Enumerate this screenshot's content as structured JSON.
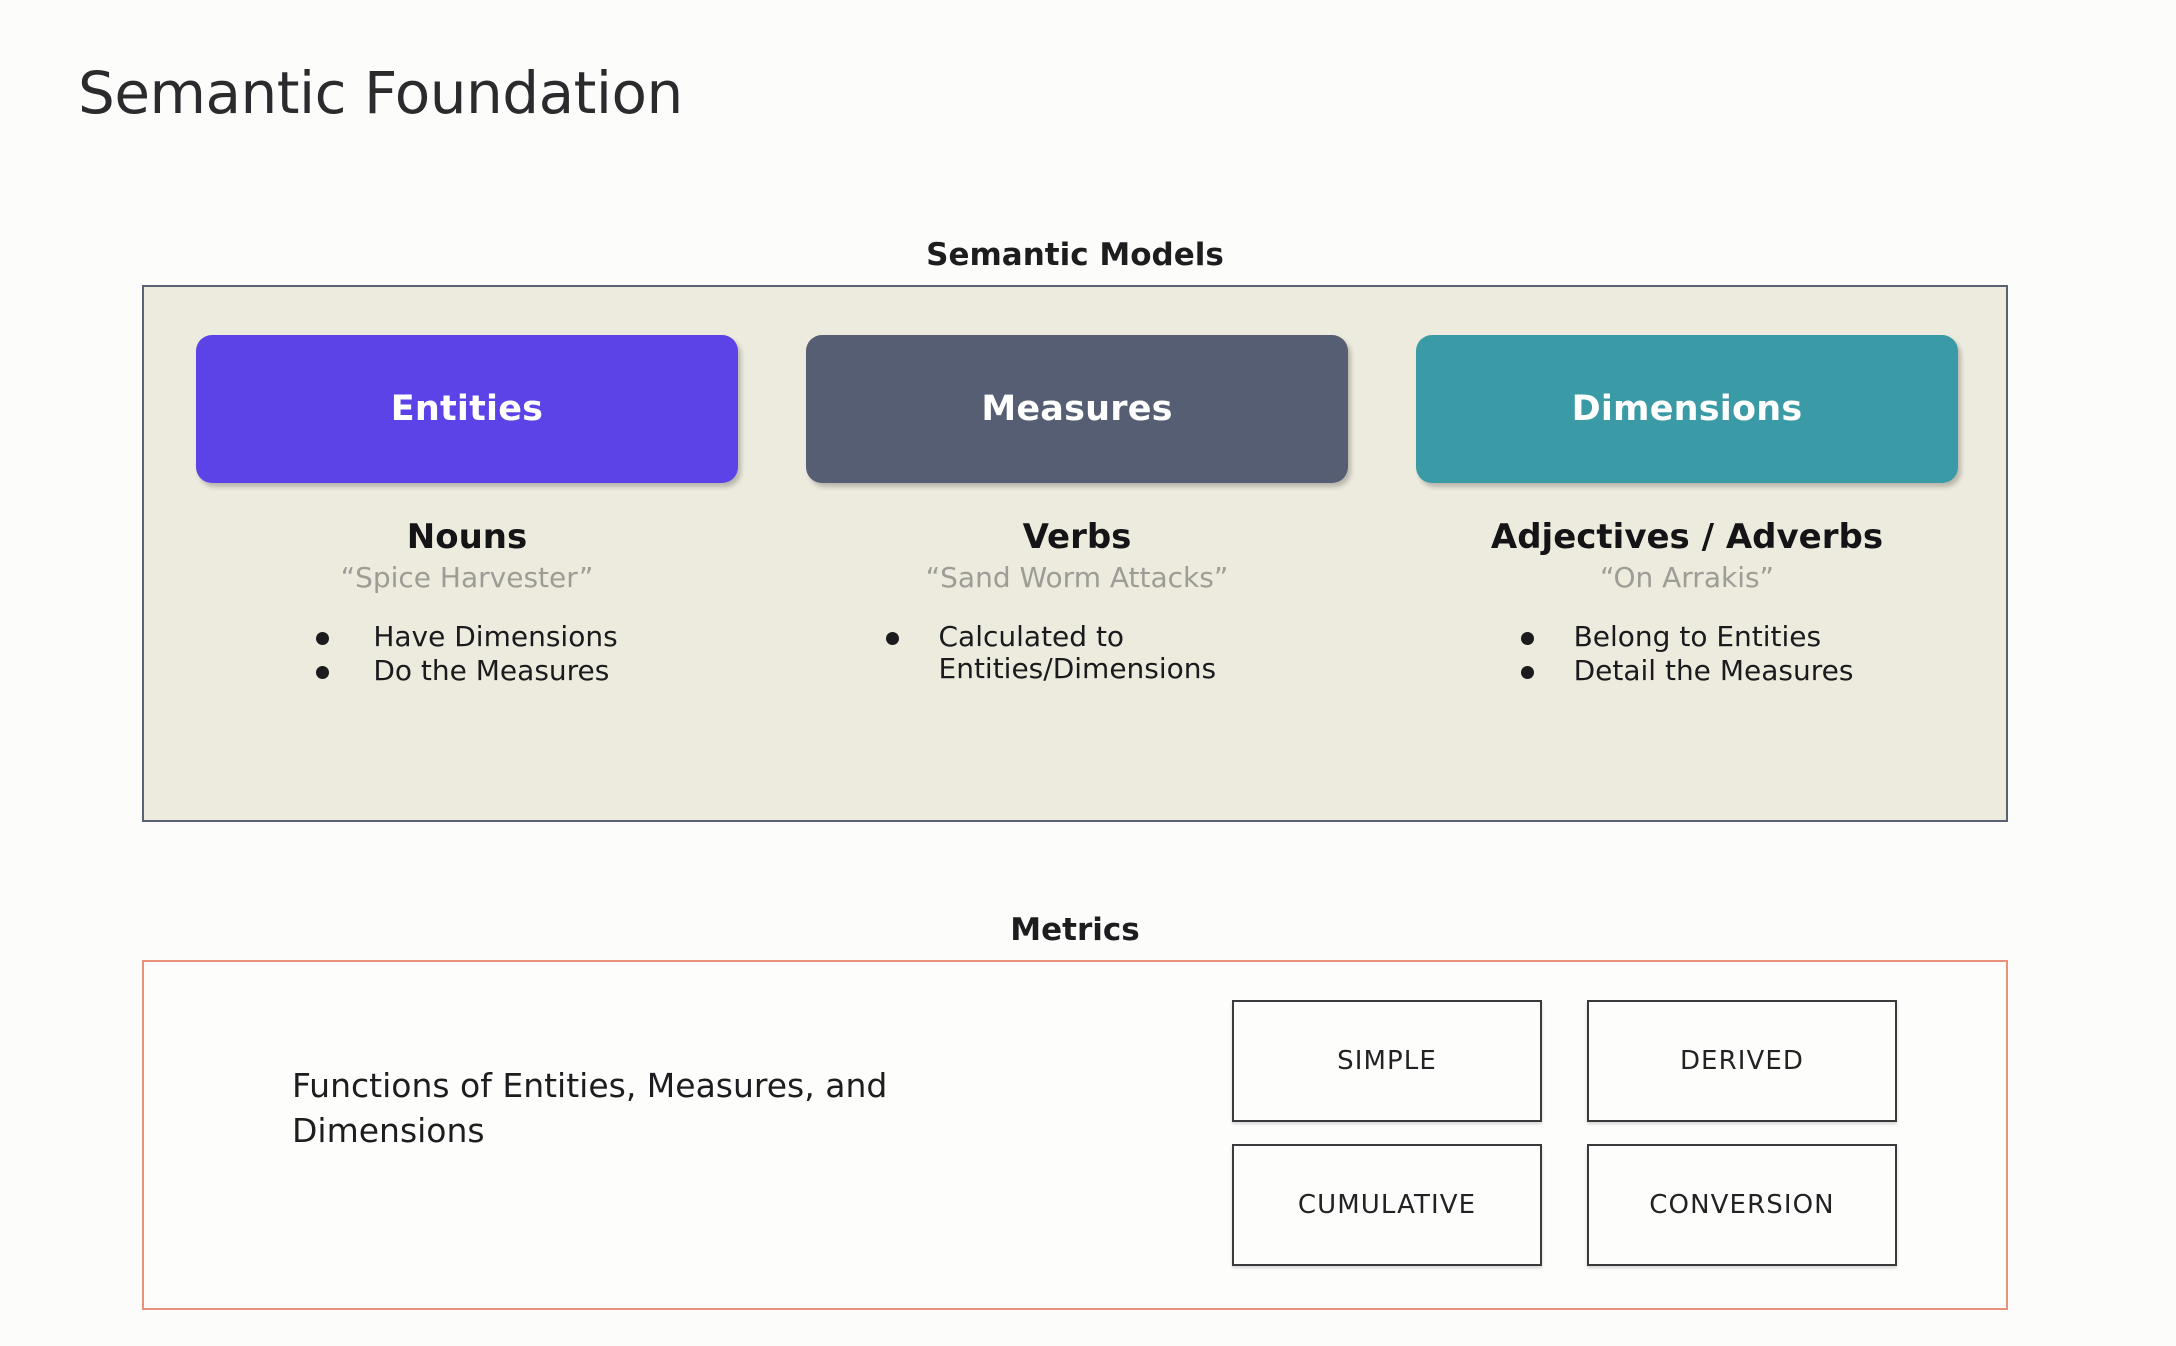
{
  "page": {
    "title": "Semantic Foundation",
    "background_color": "#fcfdfb"
  },
  "semantic_models": {
    "heading": "Semantic Models",
    "panel_background": "#edeade",
    "panel_border_color": "#5a6172",
    "columns": [
      {
        "pill_label": "Entities",
        "pill_color": "#5b43e8",
        "title": "Nouns",
        "example": "“Spice Harvester”",
        "bullets": [
          "Have Dimensions",
          "Do the Measures"
        ]
      },
      {
        "pill_label": "Measures",
        "pill_color": "#555e72",
        "title": "Verbs",
        "example": "“Sand Worm Attacks”",
        "bullets": [
          "Calculated to Entities/Dimensions"
        ]
      },
      {
        "pill_label": "Dimensions",
        "pill_color": "#3a9aa5",
        "title": "Adjectives / Adverbs",
        "example": "“On Arrakis”",
        "bullets": [
          "Belong to Entities",
          "Detail the Measures"
        ]
      }
    ]
  },
  "metrics": {
    "heading": "Metrics",
    "panel_border_color": "#e8917b",
    "description": "Functions of Entities, Measures, and Dimensions",
    "boxes": [
      "SIMPLE",
      "DERIVED",
      "CUMULATIVE",
      "CONVERSION"
    ]
  }
}
